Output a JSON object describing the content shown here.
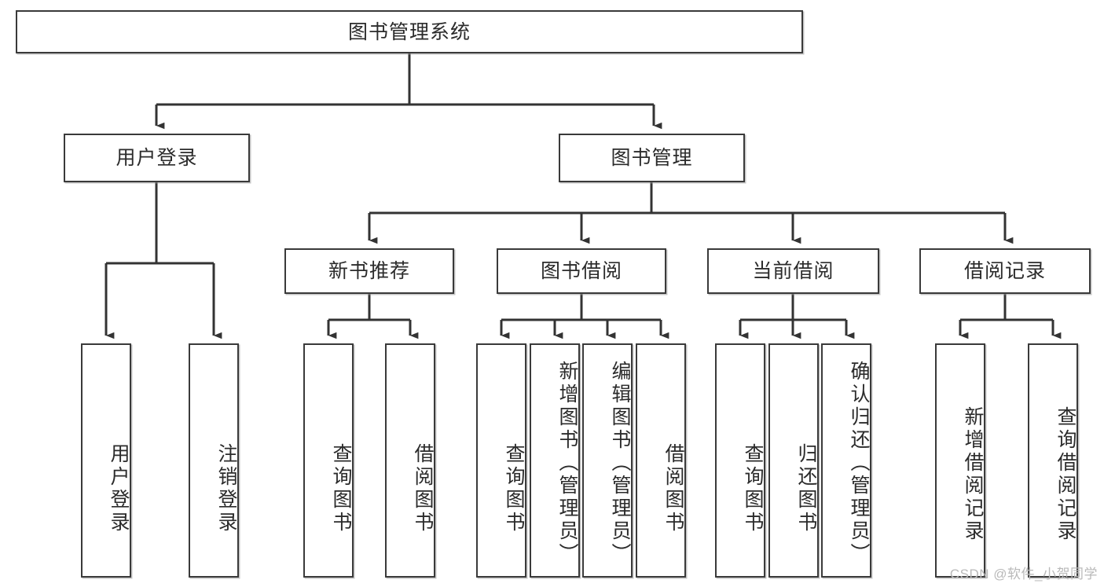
{
  "diagram": {
    "type": "tree",
    "title": "图书管理系统",
    "root": {
      "label": "图书管理系统"
    },
    "level2": [
      {
        "id": "user-login",
        "label": "用户登录"
      },
      {
        "id": "book-manage",
        "label": "图书管理"
      }
    ],
    "level3": [
      {
        "id": "new-book-recommend",
        "label": "新书推荐"
      },
      {
        "id": "book-borrow",
        "label": "图书借阅"
      },
      {
        "id": "current-borrow",
        "label": "当前借阅"
      },
      {
        "id": "borrow-record",
        "label": "借阅记录"
      }
    ],
    "leaves": [
      {
        "id": "leaf-user-login",
        "label": "用户登录",
        "parent": "用户登录"
      },
      {
        "id": "leaf-logout",
        "label": "注销登录",
        "parent": "用户登录"
      },
      {
        "id": "leaf-query-book-1",
        "label": "查询图书",
        "parent": "新书推荐"
      },
      {
        "id": "leaf-borrow-book-1",
        "label": "借阅图书",
        "parent": "新书推荐"
      },
      {
        "id": "leaf-query-book-2",
        "label": "查询图书",
        "parent": "图书借阅"
      },
      {
        "id": "leaf-add-book",
        "label": "新增图书（管理员）",
        "parent": "图书借阅"
      },
      {
        "id": "leaf-edit-book",
        "label": "编辑图书（管理员）",
        "parent": "图书借阅"
      },
      {
        "id": "leaf-borrow-book-2",
        "label": "借阅图书",
        "parent": "图书借阅"
      },
      {
        "id": "leaf-query-book-3",
        "label": "查询图书",
        "parent": "当前借阅"
      },
      {
        "id": "leaf-return-book",
        "label": "归还图书",
        "parent": "当前借阅"
      },
      {
        "id": "leaf-confirm-return",
        "label": "确认归还（管理员）",
        "parent": "当前借阅"
      },
      {
        "id": "leaf-add-record",
        "label": "新增借阅记录",
        "parent": "借阅记录"
      },
      {
        "id": "leaf-query-record",
        "label": "查询借阅记录",
        "parent": "借阅记录"
      }
    ],
    "colors": {
      "border": "#3a3a3a",
      "text": "#2b2b2b",
      "background": "#ffffff",
      "connector": "#333333",
      "watermark": "#b9b9b9"
    }
  },
  "watermark": {
    "text": "CSDN @软件_小贺同学"
  }
}
